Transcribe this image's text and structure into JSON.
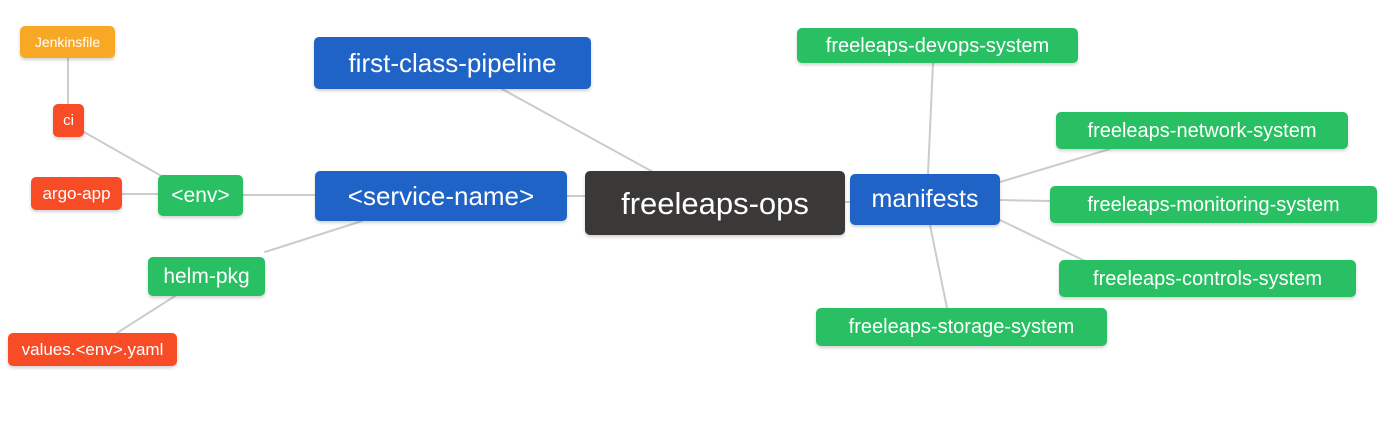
{
  "diagram": {
    "type": "mindmap",
    "background": "#ffffff",
    "edge_color": "#cccccc",
    "palette": {
      "root": "#3b3838",
      "primary_branch": "#2063c6",
      "leaf_green": "#28c063",
      "leaf_red": "#f74c25",
      "leaf_orange": "#f9a826",
      "node_text": "#ffffff"
    },
    "nodes": {
      "jenkinsfile": {
        "label": "Jenkinsfile"
      },
      "ci": {
        "label": "ci"
      },
      "argo_app": {
        "label": "argo-app"
      },
      "env": {
        "label": "<env>"
      },
      "helm_pkg": {
        "label": "helm-pkg"
      },
      "values_env_yaml": {
        "label": "values.<env>.yaml"
      },
      "first_class_pipeline": {
        "label": "first-class-pipeline"
      },
      "service_name": {
        "label": "<service-name>"
      },
      "freeleaps_ops": {
        "label": "freeleaps-ops"
      },
      "manifests": {
        "label": "manifests"
      },
      "devops_system": {
        "label": "freeleaps-devops-system"
      },
      "network_system": {
        "label": "freeleaps-network-system"
      },
      "monitoring_system": {
        "label": "freeleaps-monitoring-system"
      },
      "controls_system": {
        "label": "freeleaps-controls-system"
      },
      "storage_system": {
        "label": "freeleaps-storage-system"
      }
    },
    "edges": [
      {
        "from": "jenkinsfile",
        "to": "ci"
      },
      {
        "from": "ci",
        "to": "env"
      },
      {
        "from": "argo_app",
        "to": "env"
      },
      {
        "from": "env",
        "to": "service_name"
      },
      {
        "from": "helm_pkg",
        "to": "service_name"
      },
      {
        "from": "values_env_yaml",
        "to": "helm_pkg"
      },
      {
        "from": "first_class_pipeline",
        "to": "freeleaps_ops"
      },
      {
        "from": "service_name",
        "to": "freeleaps_ops"
      },
      {
        "from": "freeleaps_ops",
        "to": "manifests"
      },
      {
        "from": "manifests",
        "to": "devops_system"
      },
      {
        "from": "manifests",
        "to": "network_system"
      },
      {
        "from": "manifests",
        "to": "monitoring_system"
      },
      {
        "from": "manifests",
        "to": "controls_system"
      },
      {
        "from": "manifests",
        "to": "storage_system"
      }
    ]
  }
}
